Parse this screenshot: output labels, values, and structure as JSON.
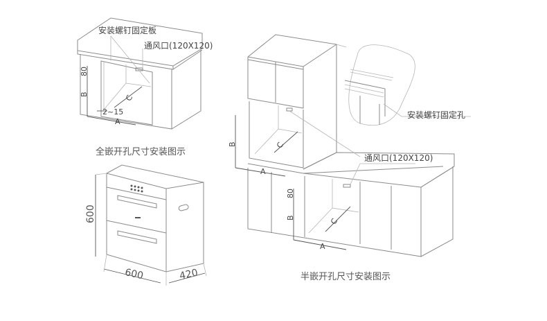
{
  "diagram": {
    "full_embed": {
      "caption": "全嵌开孔尺寸安装图示",
      "labels": {
        "screw_plate": "安装螺钉固定板",
        "vent": "通风口(120X120)"
      },
      "dims": {
        "top_gap": "80",
        "height": "B",
        "depth": "C",
        "side_gap": "2~15",
        "width": "A"
      }
    },
    "product": {
      "dims": {
        "height": "600",
        "width": "600",
        "depth": "420"
      }
    },
    "half_embed": {
      "caption": "半嵌开孔尺寸安装图示",
      "labels": {
        "vent": "通风口(120X120)",
        "screw_hole": "安装螺钉固定孔"
      },
      "dims": {
        "upper_height": "B",
        "upper_depth": "C",
        "upper_width": "A",
        "top_gap": "80",
        "lower_height": "B",
        "lower_depth": "C",
        "lower_width": "A"
      }
    }
  }
}
